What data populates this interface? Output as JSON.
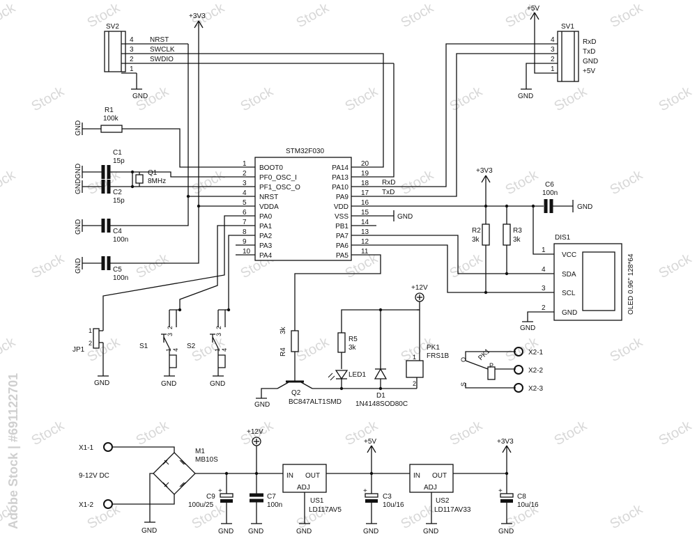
{
  "watermark": {
    "stock_text": "Adobe Stock | #691122701",
    "tile_text": "Stock"
  },
  "colors": {
    "ink": "#111111",
    "background": "#ffffff",
    "watermark": "#d8d8d8"
  },
  "power_labels": {
    "v33": "+3V3",
    "v5": "+5V",
    "v12": "+12V",
    "gnd": "GND"
  },
  "connectors": {
    "sv2": {
      "ref": "SV2",
      "pin_numbers": [
        "4",
        "3",
        "2",
        "1"
      ],
      "signals": [
        "NRST",
        "SWCLK",
        "SWDIO"
      ]
    },
    "sv1": {
      "ref": "SV1",
      "pin_numbers": [
        "4",
        "3",
        "2",
        "1"
      ],
      "signals": [
        "RxD",
        "TxD",
        "GND",
        "+5V"
      ]
    },
    "jp1": {
      "ref": "JP1",
      "pin_numbers": [
        "1",
        "2"
      ]
    },
    "x1": {
      "pin1": "X1-1",
      "pin2": "X1-2",
      "input_label": "9-12V DC"
    },
    "x2": {
      "pin1": "X2-1",
      "pin2": "X2-2",
      "pin3": "X2-3"
    }
  },
  "mcu": {
    "name": "STM32F030",
    "left_pins": [
      {
        "num": "1",
        "name": "BOOT0"
      },
      {
        "num": "2",
        "name": "PF0_OSC_I"
      },
      {
        "num": "3",
        "name": "PF1_OSC_O"
      },
      {
        "num": "4",
        "name": "NRST"
      },
      {
        "num": "5",
        "name": "VDDA"
      },
      {
        "num": "6",
        "name": "PA0"
      },
      {
        "num": "7",
        "name": "PA1"
      },
      {
        "num": "8",
        "name": "PA2"
      },
      {
        "num": "9",
        "name": "PA3"
      },
      {
        "num": "10",
        "name": "PA4"
      }
    ],
    "right_pins": [
      {
        "num": "20",
        "name": "PA14"
      },
      {
        "num": "19",
        "name": "PA13"
      },
      {
        "num": "18",
        "name": "PA10"
      },
      {
        "num": "17",
        "name": "PA9"
      },
      {
        "num": "16",
        "name": "VDD"
      },
      {
        "num": "15",
        "name": "VSS"
      },
      {
        "num": "14",
        "name": "PB1"
      },
      {
        "num": "13",
        "name": "PA7"
      },
      {
        "num": "12",
        "name": "PA6"
      },
      {
        "num": "11",
        "name": "PA5"
      }
    ],
    "net_labels": {
      "rxd": "RxD",
      "txd": "TxD"
    }
  },
  "components": {
    "r1": {
      "ref": "R1",
      "value": "100k"
    },
    "c1": {
      "ref": "C1",
      "value": "15p"
    },
    "c2": {
      "ref": "C2",
      "value": "15p"
    },
    "q1": {
      "ref": "Q1",
      "value": "8MHz"
    },
    "c4": {
      "ref": "C4",
      "value": "100n"
    },
    "c5": {
      "ref": "C5",
      "value": "100n"
    },
    "c6": {
      "ref": "C6",
      "value": "100n"
    },
    "r2": {
      "ref": "R2",
      "value": "3k"
    },
    "r3": {
      "ref": "R3",
      "value": "3k"
    },
    "r4": {
      "ref": "R4",
      "value": "3k"
    },
    "r5": {
      "ref": "R5",
      "value": "3k"
    },
    "s1": {
      "ref": "S1",
      "pins": [
        "2",
        "3",
        "1",
        "4"
      ]
    },
    "s2": {
      "ref": "S2",
      "pins": [
        "2",
        "3",
        "1",
        "4"
      ]
    },
    "q2": {
      "ref": "Q2",
      "value": "BC847ALT1SMD"
    },
    "led1": {
      "ref": "LED1"
    },
    "d1": {
      "ref": "D1",
      "value": "1N4148SOD80C"
    },
    "pk1": {
      "ref": "PK1",
      "value": "FRS1B",
      "pins": [
        "1",
        "2"
      ]
    },
    "pk1_contact": {
      "ref": "PK1",
      "labels": [
        "O",
        "P",
        "S"
      ]
    },
    "m1": {
      "ref": "M1",
      "value": "MB10S"
    },
    "c9": {
      "ref": "C9",
      "value": "100u/25",
      "polarity": "+"
    },
    "c7": {
      "ref": "C7",
      "value": "100n"
    },
    "c3": {
      "ref": "C3",
      "value": "10u/16",
      "polarity": "+"
    },
    "c8": {
      "ref": "C8",
      "value": "10u/16",
      "polarity": "+"
    },
    "us1": {
      "ref": "US1",
      "value": "LD117AV5",
      "in": "IN",
      "out": "OUT",
      "adj": "ADJ"
    },
    "us2": {
      "ref": "US2",
      "value": "LD117AV33",
      "in": "IN",
      "out": "OUT",
      "adj": "ADJ"
    }
  },
  "display": {
    "ref": "DIS1",
    "model": "OLED 0.96\" 128*64",
    "pins": [
      {
        "num": "1",
        "name": "VCC"
      },
      {
        "num": "4",
        "name": "SDA"
      },
      {
        "num": "3",
        "name": "SCL"
      },
      {
        "num": "2",
        "name": "GND"
      }
    ]
  }
}
